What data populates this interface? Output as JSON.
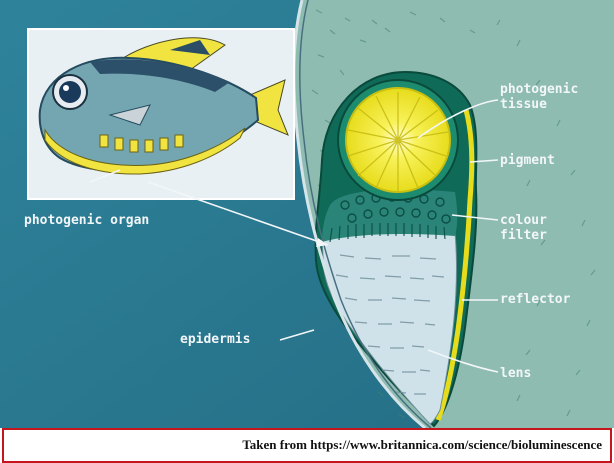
{
  "labels": {
    "photogenic_tissue": "photogenic\ntissue",
    "pigment": "pigment",
    "colour_filter": "colour\nfilter",
    "reflector": "reflector",
    "lens": "lens",
    "photogenic_organ": "photogenic organ",
    "epidermis": "epidermis"
  },
  "caption": "Taken from https://www.britannica.com/science/bioluminescence",
  "colors": {
    "sea_blue": "#2d7f96",
    "tissue_teal": "#8fbcb1",
    "organ_green": "#0f6a57",
    "photogenic_yellow": "#f6ee3a",
    "lens_blue": "#cfe2ea",
    "fish_body": "#74a6b1",
    "caption_border": "#c4161c"
  }
}
